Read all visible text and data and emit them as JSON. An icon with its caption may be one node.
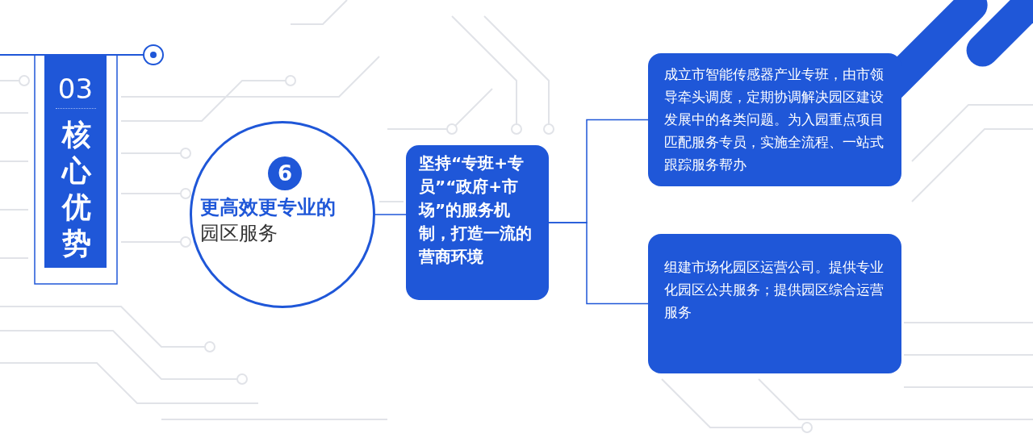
{
  "diagram": {
    "nodes": [
      {
        "text": [
          "03",
          "核心优势"
        ]
      },
      {
        "text": [
          "**更高效更专业的**园区服务"
        ]
      },
      {
        "text": [
          "6"
        ],
        "in": 1
      },
      {
        "text": [
          "坚持“专班+专员”“政府+市场”的服务机制，打造一流的营商环境"
        ]
      },
      {
        "text": [
          "成立市智能传感器产业专班，由市领导牵头调度，定期协调解决园区建设发展中的各类问题。为入园重点项目匹配服务专员，实施全流程、一站式跟踪服务帮办"
        ]
      },
      {
        "text": [
          "组建市场化园区运营公司。提供专业化园区公共服务；提供园区综合运营服务"
        ]
      }
    ],
    "edges": [
      {
        "from": 1,
        "to": 3,
        "arrow": "none"
      },
      {
        "from": 3,
        "to": 4,
        "arrow": "none"
      },
      {
        "from": 3,
        "to": 5,
        "arrow": "none"
      }
    ]
  }
}
